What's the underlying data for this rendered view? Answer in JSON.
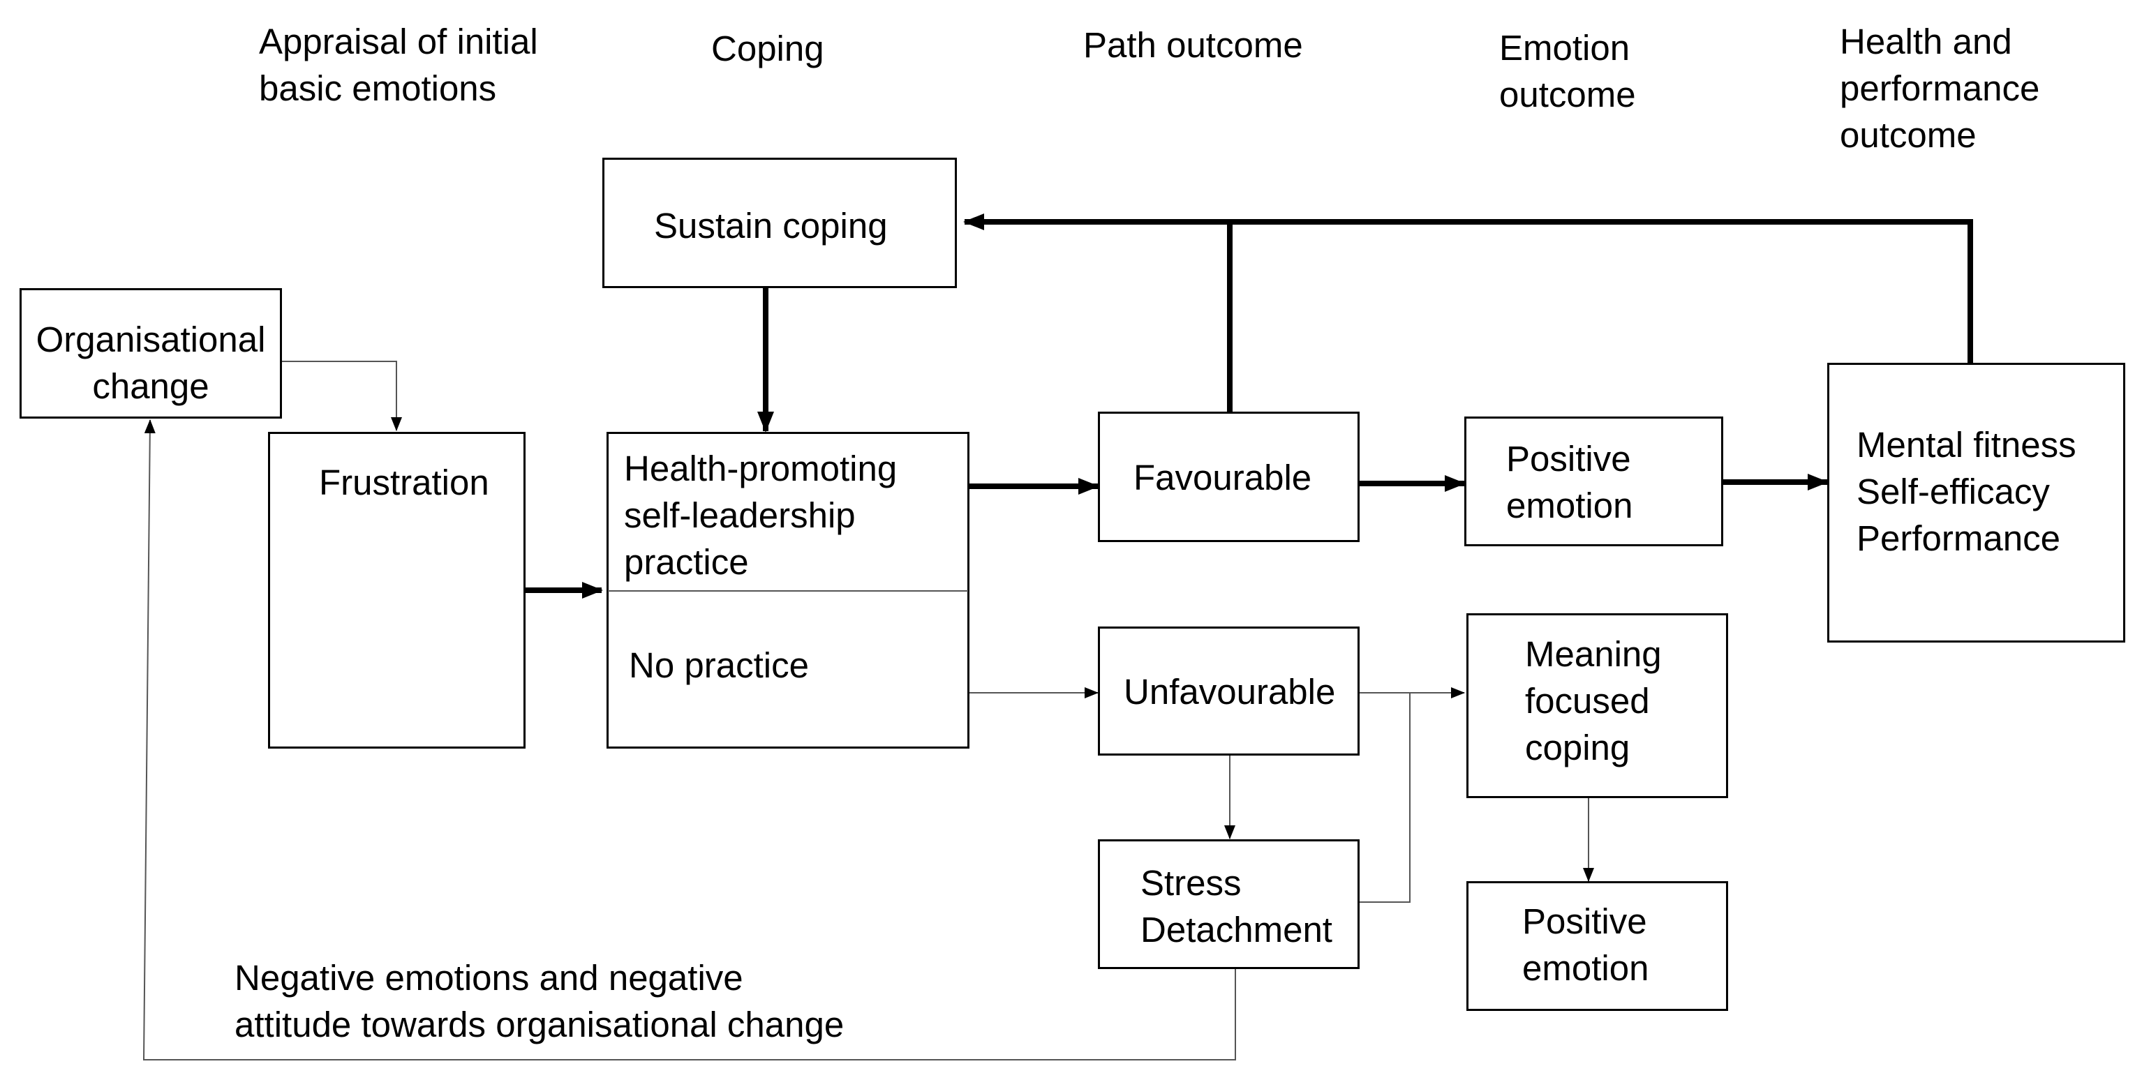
{
  "headers": {
    "appraisal": "Appraisal of initial\nbasic emotions",
    "coping": "Coping",
    "path_outcome": "Path outcome",
    "emotion_outcome": "Emotion\noutcome",
    "health_outcome": "Health and\nperformance\noutcome"
  },
  "boxes": {
    "organisational_change": "Organisational\nchange",
    "frustration": "Frustration",
    "sustain_coping": "Sustain coping",
    "health_promoting": "Health-promoting\nself-leadership\npractice",
    "no_practice": "No practice",
    "favourable": "Favourable",
    "positive_emotion_top": "Positive\nemotion",
    "mental_fitness": "Mental fitness\nSelf-efficacy\nPerformance",
    "unfavourable": "Unfavourable",
    "meaning_focused": "Meaning\nfocused\ncoping",
    "stress_detachment": "Stress\nDetachment",
    "positive_emotion_bottom": "Positive\nemotion"
  },
  "feedback_label": "Negative emotions and negative\nattitude towards organisational change"
}
